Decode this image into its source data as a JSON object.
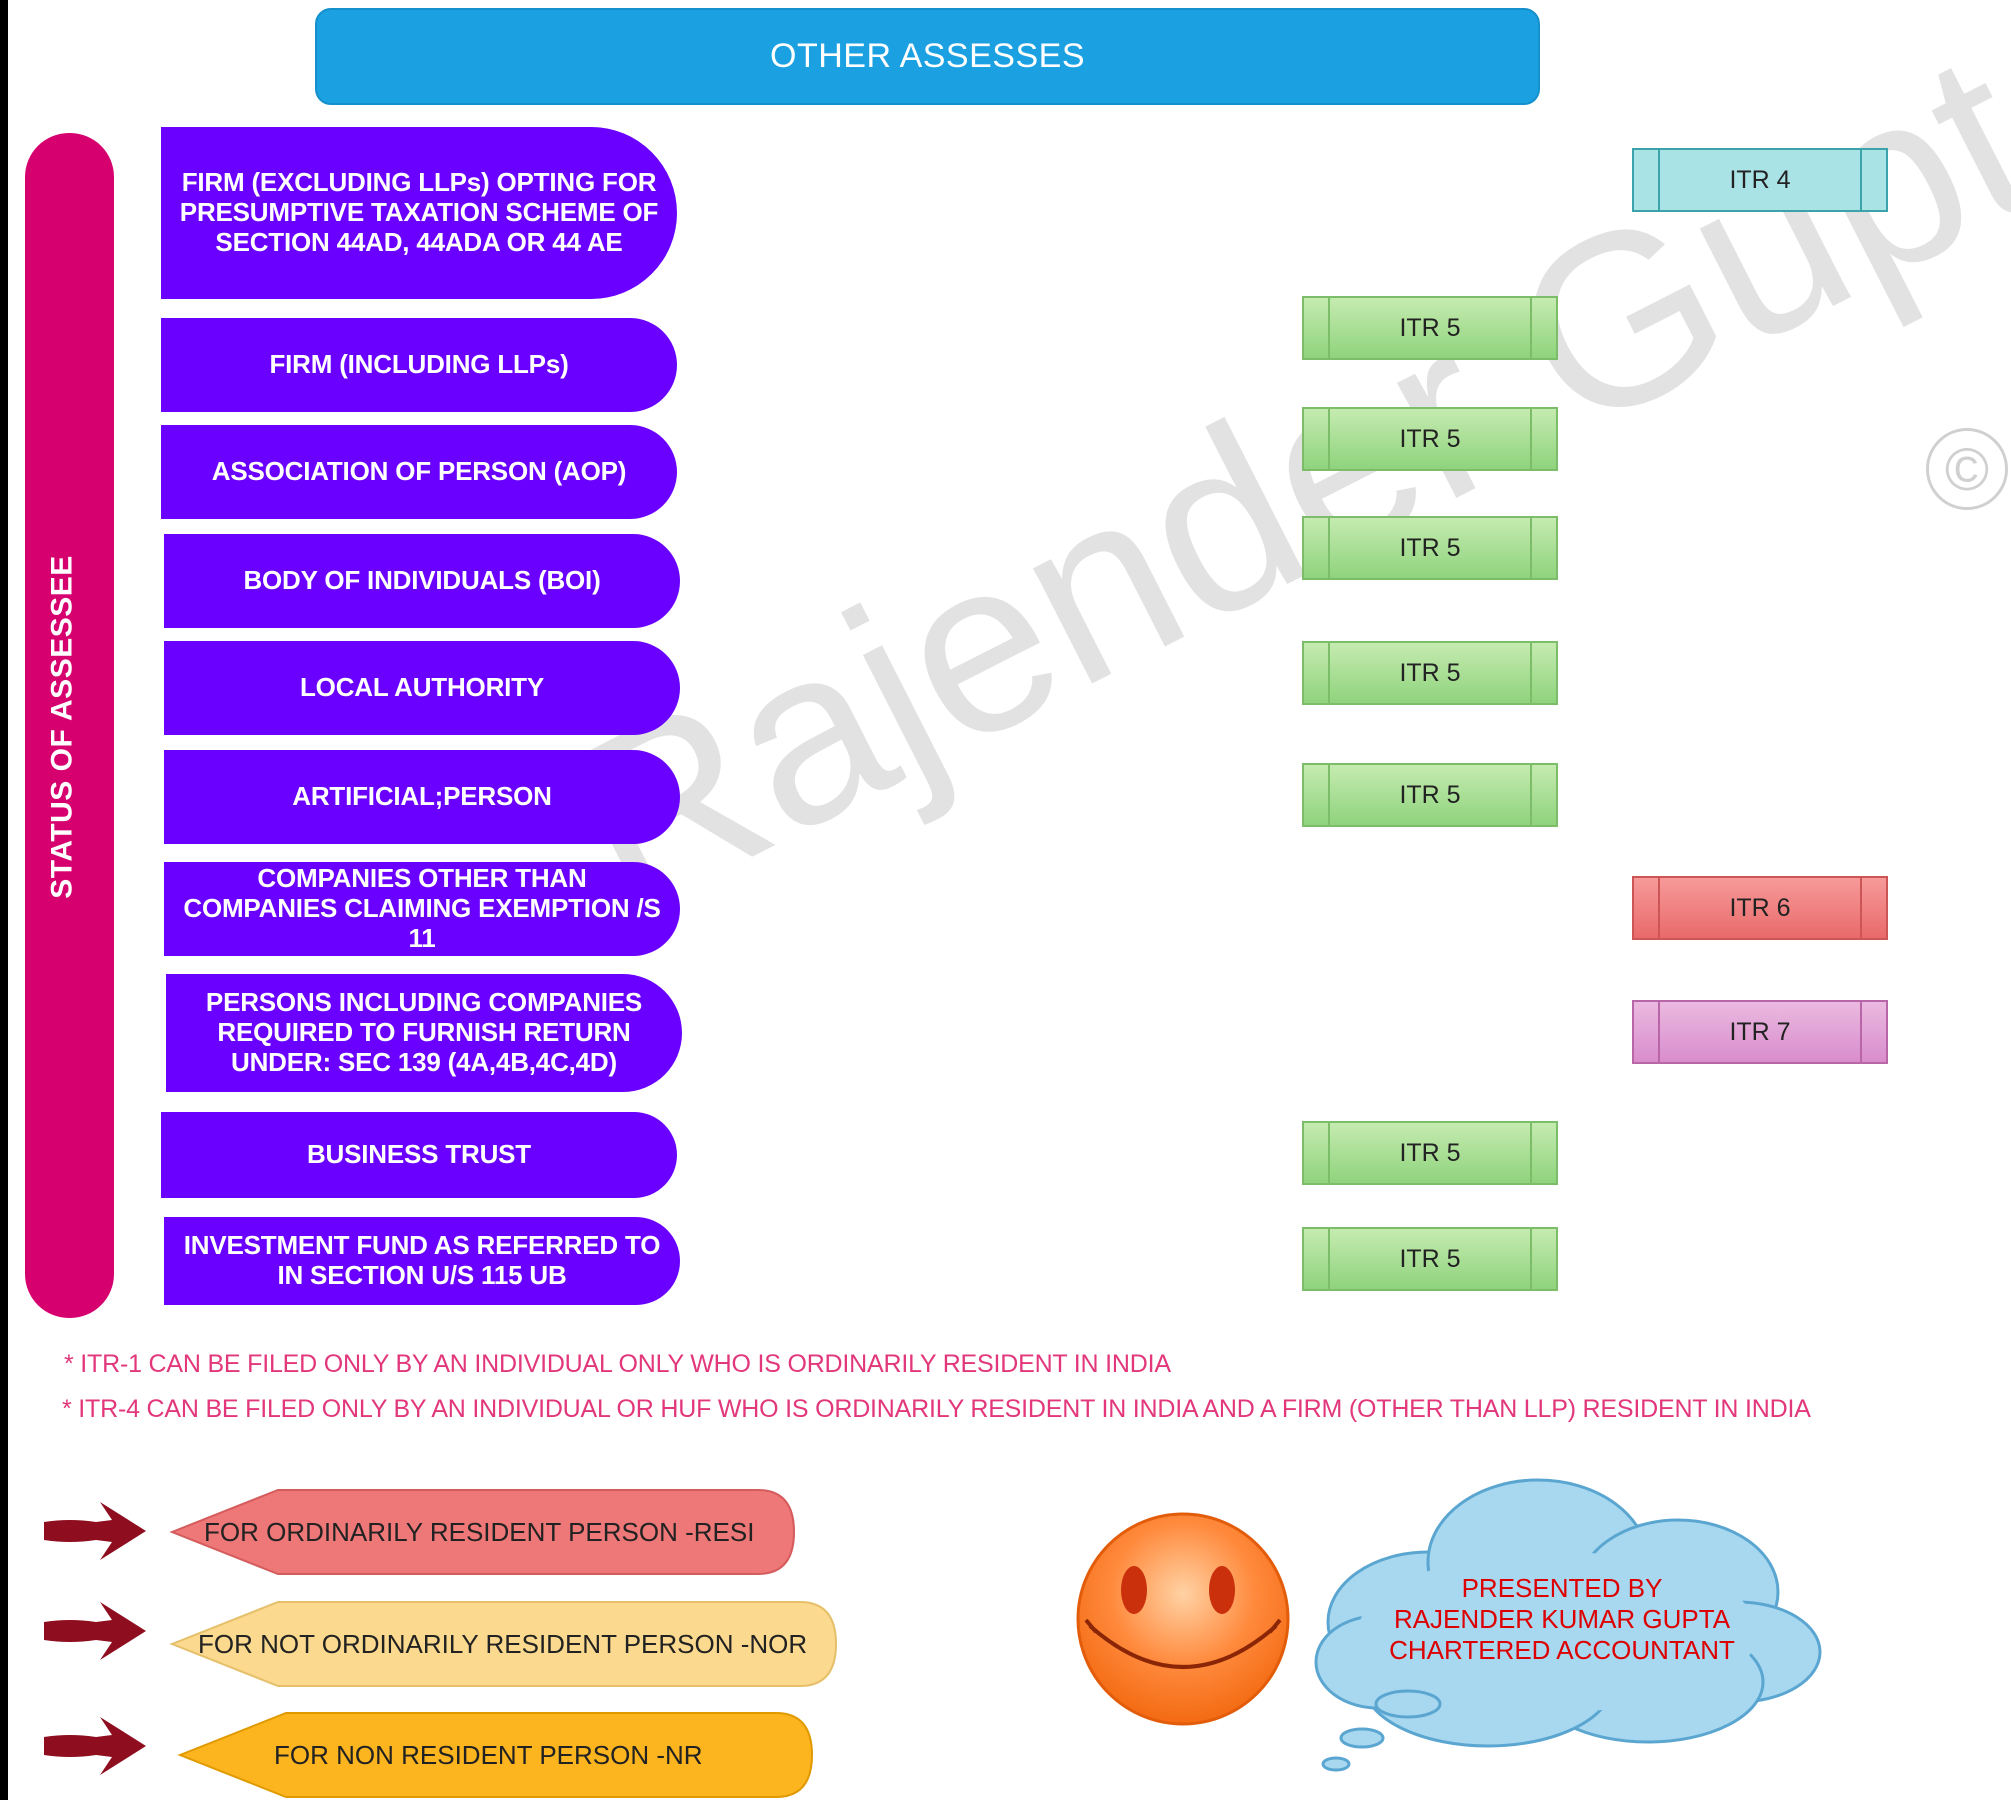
{
  "header": {
    "title": "OTHER ASSESSES"
  },
  "status_label": "STATUS OF ASSESSEE",
  "rows": [
    {
      "assessee": "FIRM  (EXCLUDING LLPs) OPTING FOR PRESUMPTIVE TAXATION SCHEME OF SECTION 44AD, 44ADA OR 44 AE",
      "itr": "ITR 4"
    },
    {
      "assessee": "FIRM (INCLUDING LLPs)",
      "itr": "ITR 5"
    },
    {
      "assessee": "ASSOCIATION OF PERSON (AOP)",
      "itr": "ITR 5"
    },
    {
      "assessee": "BODY OF INDIVIDUALS (BOI)",
      "itr": "ITR 5"
    },
    {
      "assessee": "LOCAL AUTHORITY",
      "itr": "ITR 5"
    },
    {
      "assessee": "ARTIFICIAL;PERSON",
      "itr": "ITR 5"
    },
    {
      "assessee": "COMPANIES OTHER THAN COMPANIES CLAIMING EXEMPTION /S 11",
      "itr": "ITR 6"
    },
    {
      "assessee": "PERSONS INCLUDING COMPANIES REQUIRED TO FURNISH RETURN UNDER: SEC 139 (4A,4B,4C,4D)",
      "itr": "ITR 7"
    },
    {
      "assessee": "BUSINESS TRUST",
      "itr": "ITR 5"
    },
    {
      "assessee": "INVESTMENT FUND AS REFERRED TO IN SECTION U/S 115 UB",
      "itr": "ITR 5"
    }
  ],
  "notes": [
    "* ITR-1 CAN BE FILED ONLY BY AN INDIVIDUAL ONLY WHO IS ORDINARILY RESIDENT IN INDIA",
    "* ITR-4 CAN BE FILED ONLY BY AN INDIVIDUAL OR HUF  WHO IS ORDINARILY RESIDENT IN INDIA AND A FIRM (OTHER THAN LLP) RESIDENT IN INDIA"
  ],
  "legend": [
    {
      "label": "FOR ORDINARILY RESIDENT PERSON -RESI",
      "color": "#ee7777"
    },
    {
      "label": "FOR NOT ORDINARILY RESIDENT PERSON -NOR",
      "color": "#fbd98e"
    },
    {
      "label": "FOR NON  RESIDENT PERSON -NR",
      "color": "#fcb51e"
    }
  ],
  "presenter": {
    "line1": "PRESENTED BY",
    "line2": "RAJENDER KUMAR GUPTA",
    "line3": "CHARTERED ACCOUNTANT"
  },
  "watermark": {
    "text": "Rajender Gupta",
    "symbol": "©"
  },
  "colors": {
    "header": "#1ba1e2",
    "status_bar": "#d6006f",
    "assessee_pill": "#6a00ff",
    "itr5": "#8fd37d",
    "itr4": "#a9e3e6",
    "itr6": "#e96a6a",
    "itr7": "#d98dcc",
    "note_text": "#e2377b",
    "arrow": "#8e0e1f"
  }
}
